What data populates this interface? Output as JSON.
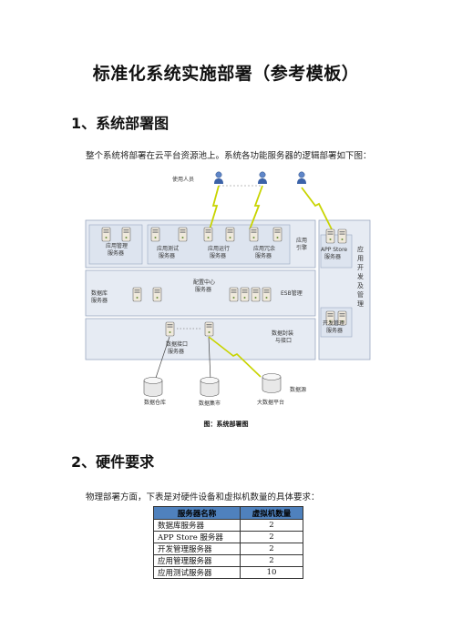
{
  "doc": {
    "title": "标准化系统实施部署（参考模板）",
    "section1": "1、系统部署图",
    "intro": "整个系统将部署在云平台资源池上。系统各功能服务器的逻辑部署如下图：",
    "caption": "图：系统部署图",
    "section2": "2、硬件要求",
    "para2": "物理部署方面，下表是对硬件设备和虚拟机数量的具体要求："
  },
  "diagram": {
    "users": "使用人员",
    "app_mgmt": [
      "应用管理",
      "服务器"
    ],
    "app_test": [
      "应用测试",
      "服务器"
    ],
    "app_run": [
      "应用运行",
      "服务器"
    ],
    "app_redundant": [
      "应用冗余",
      "服务器"
    ],
    "app_engine": [
      "应用",
      "引擎"
    ],
    "app_store": [
      "APP Store",
      "服务器"
    ],
    "dev_mgmt_vertical": [
      "应",
      "用",
      "开",
      "发",
      "及",
      "管",
      "理"
    ],
    "db_server": [
      "数据库",
      "服务器"
    ],
    "config_center": [
      "配置中心",
      "服务器"
    ],
    "esb": "ESB管理",
    "dev_mgmt_server": [
      "开发管理",
      "服务器"
    ],
    "data_api_server": [
      "数据接口",
      "服务器"
    ],
    "data_encap": [
      "数据封装",
      "与接口"
    ],
    "datasource": "数据源",
    "db_warehouse": "数据仓库",
    "db_mart": "数据集市",
    "big_data": "大数据平台"
  },
  "table": {
    "headers": [
      "服务器名称",
      "虚拟机数量"
    ],
    "rows": [
      [
        "数据库服务器",
        "2"
      ],
      [
        "APP Store 服务器",
        "2"
      ],
      [
        "开发管理服务器",
        "2"
      ],
      [
        "应用管理服务器",
        "2"
      ],
      [
        "应用测试服务器",
        "10"
      ]
    ]
  },
  "colors": {
    "header_fill": "#4f81bd",
    "layer_fill": "#e6ebf3",
    "layer_border": "#9aa8c0",
    "bolt": "#c8d400"
  }
}
